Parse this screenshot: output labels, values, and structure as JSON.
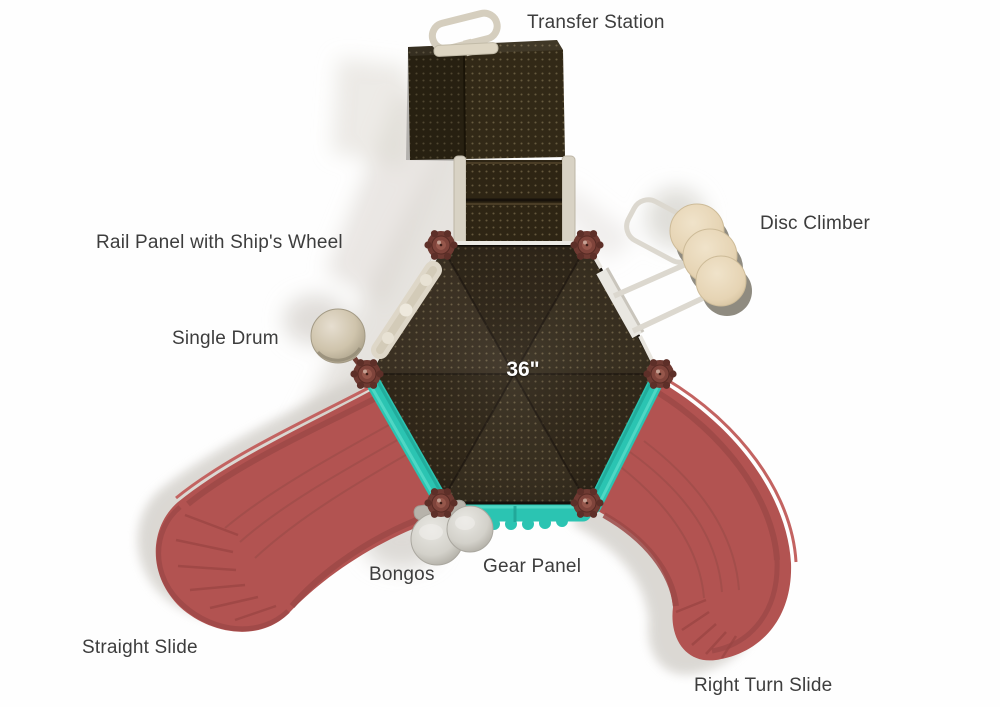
{
  "diagram": {
    "type": "playground-structure-top-view",
    "dimension_label": "36\"",
    "components": [
      {
        "id": "transfer-station",
        "label": "Transfer Station"
      },
      {
        "id": "rail-panel",
        "label": "Rail Panel with Ship's Wheel"
      },
      {
        "id": "disc-climber",
        "label": "Disc Climber"
      },
      {
        "id": "single-drum",
        "label": "Single Drum"
      },
      {
        "id": "bongos",
        "label": "Bongos"
      },
      {
        "id": "gear-panel",
        "label": "Gear Panel"
      },
      {
        "id": "straight-slide",
        "label": "Straight Slide"
      },
      {
        "id": "right-turn-slide",
        "label": "Right Turn Slide"
      }
    ],
    "colors": {
      "deck_brown": "#342b1c",
      "deck_dark": "#241c10",
      "accent_teal": "#2bc4b2",
      "slide_red": "#b25351",
      "post_cap_maroon": "#713931",
      "rail_beige": "#d8d2c4",
      "disc_beige": "#ead9bd",
      "label_text": "#3d3d3d"
    }
  }
}
